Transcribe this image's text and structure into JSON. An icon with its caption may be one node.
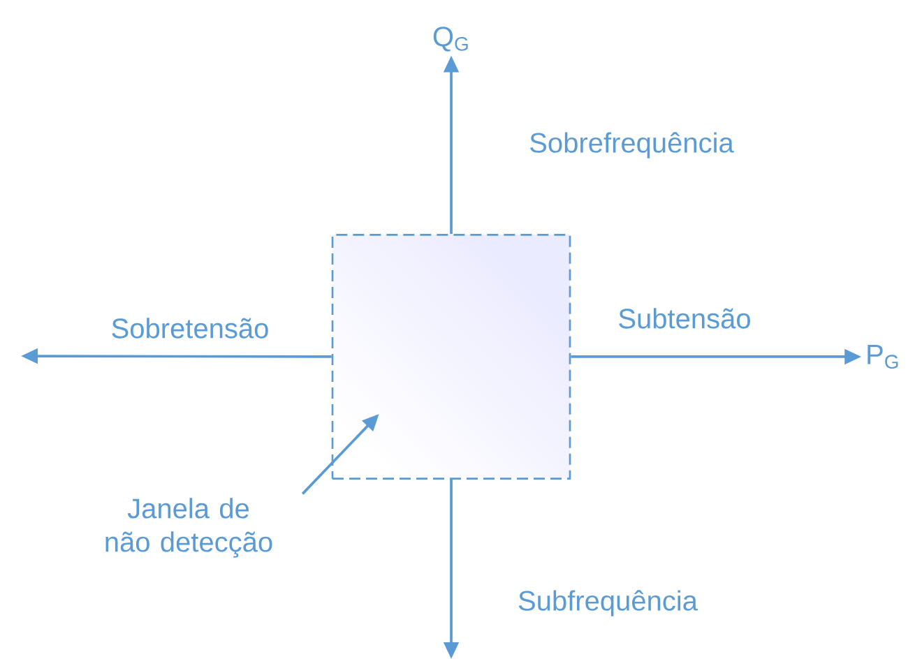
{
  "diagram": {
    "nodes": [
      {
        "text": [],
        "shape": "box"
      },
      {
        "text": [
          "Q$_{G}$"
        ]
      },
      {
        "text": [
          "P$_{G}$"
        ]
      },
      {
        "text": [
          "Janela de não detecção"
        ]
      }
    ],
    "edges": [
      {
        "from": 0,
        "to": 1,
        "arrow": "to",
        "label": "Sobrefrequência"
      },
      {
        "from": 0,
        "to": null,
        "arrow": "to",
        "label": "Sobretensão"
      },
      {
        "from": 0,
        "to": 2,
        "arrow": "to",
        "label": "Subtensão"
      },
      {
        "from": 0,
        "to": null,
        "arrow": "to",
        "label": "Subfrequência"
      },
      {
        "from": 3,
        "to": 0,
        "arrow": "to"
      }
    ]
  }
}
